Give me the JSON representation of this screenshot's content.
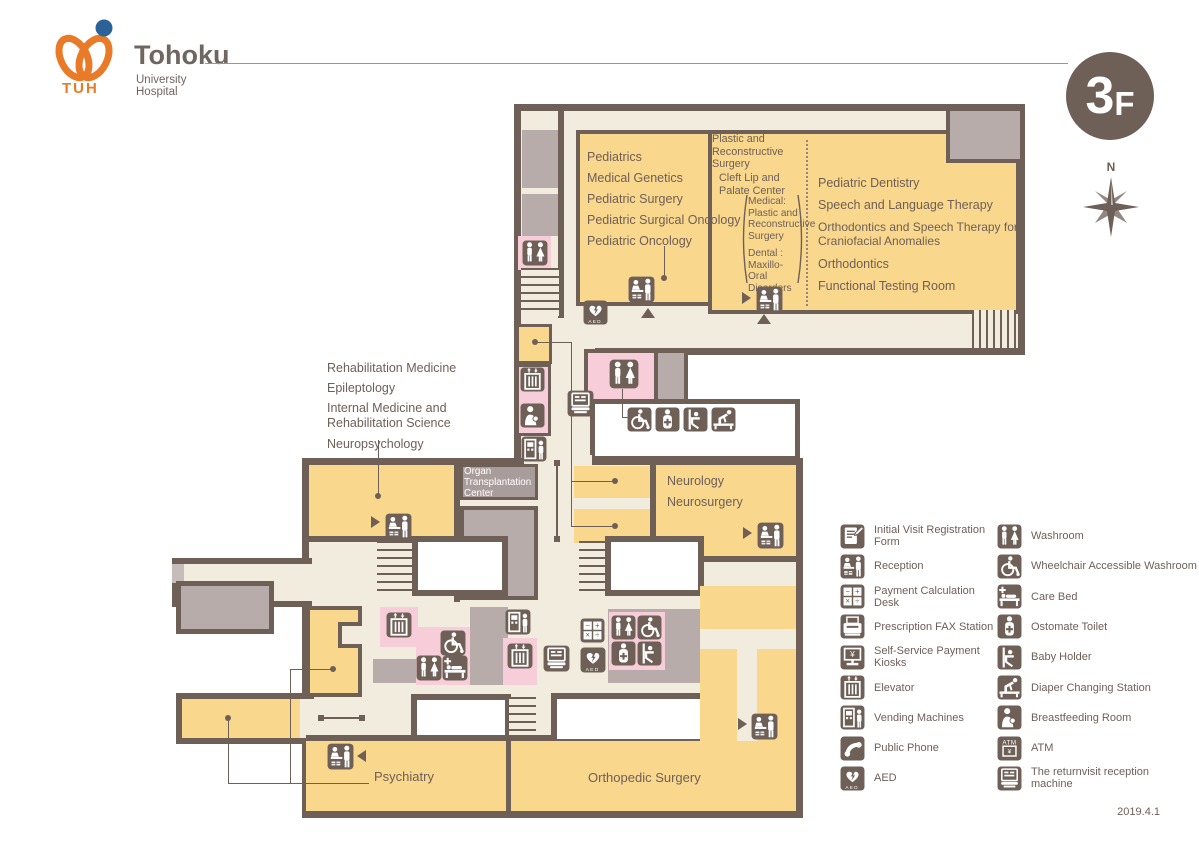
{
  "header": {
    "logo_acronym": "TUH",
    "logo_name": "Tohoku",
    "logo_subname": "University Hospital",
    "floor_number": "3",
    "floor_suffix": "F",
    "compass_north": "N"
  },
  "footer": {
    "date": "2019.4.1"
  },
  "rooms": {
    "pediatrics": [
      "Pediatrics",
      "Medical Genetics",
      "Pediatric Surgery",
      "Pediatric Surgical Oncology",
      "Pediatric Oncology"
    ],
    "plastic": {
      "title": "Plastic and Reconstructive Surgery",
      "subtitle": "Cleft Lip and Palate Center",
      "bracket_medical": "Medical: Plastic and Reconstructive Surgery",
      "bracket_dental": "Dental : Maxillo-Oral Disorders"
    },
    "dentistry": [
      "Pediatric Dentistry",
      "Speech and Language Therapy",
      "Orthodontics and Speech Therapy for Craniofacial Anomalies",
      "Orthodontics",
      "Functional Testing Room"
    ],
    "rehab": [
      "Rehabilitation Medicine",
      "Epileptology",
      "Internal Medicine and Rehabilitation Science",
      "Neuropsychology"
    ],
    "organ_center": "Organ Transplantation Center",
    "neurology": [
      "Neurology",
      "Neurosurgery"
    ],
    "psychiatry": "Psychiatry",
    "orthopedic": "Orthopedic Surgery"
  },
  "legend": {
    "left": [
      {
        "icon": "registration-form",
        "label": "Initial Visit Registration Form"
      },
      {
        "icon": "reception",
        "label": "Reception"
      },
      {
        "icon": "payment-calc",
        "label": "Payment Calculation Desk"
      },
      {
        "icon": "fax",
        "label": "Prescription FAX Station"
      },
      {
        "icon": "kiosk",
        "label": "Self-Service Payment Kiosks"
      },
      {
        "icon": "elevator",
        "label": "Elevator"
      },
      {
        "icon": "vending",
        "label": "Vending Machines"
      },
      {
        "icon": "phone",
        "label": "Public Phone"
      },
      {
        "icon": "aed",
        "label": "AED"
      }
    ],
    "right": [
      {
        "icon": "washroom",
        "label": "Washroom"
      },
      {
        "icon": "wheelchair",
        "label": "Wheelchair Accessible Washroom"
      },
      {
        "icon": "care-bed",
        "label": "Care Bed"
      },
      {
        "icon": "ostomate",
        "label": "Ostomate Toilet"
      },
      {
        "icon": "baby-holder",
        "label": "Baby Holder"
      },
      {
        "icon": "diaper",
        "label": "Diaper Changing Station"
      },
      {
        "icon": "breastfeeding",
        "label": "Breastfeeding Room"
      },
      {
        "icon": "atm",
        "label": "ATM"
      },
      {
        "icon": "return-machine",
        "label": "The returnvisit reception machine"
      }
    ]
  },
  "colors": {
    "wall": "#6e5f57",
    "corridor": "#f2ecdf",
    "room_yellow": "#f9d78d",
    "room_pink": "#f6cdd8",
    "room_gray": "#b7acaa",
    "logo_orange": "#e87a28",
    "logo_blue": "#2b6298"
  }
}
